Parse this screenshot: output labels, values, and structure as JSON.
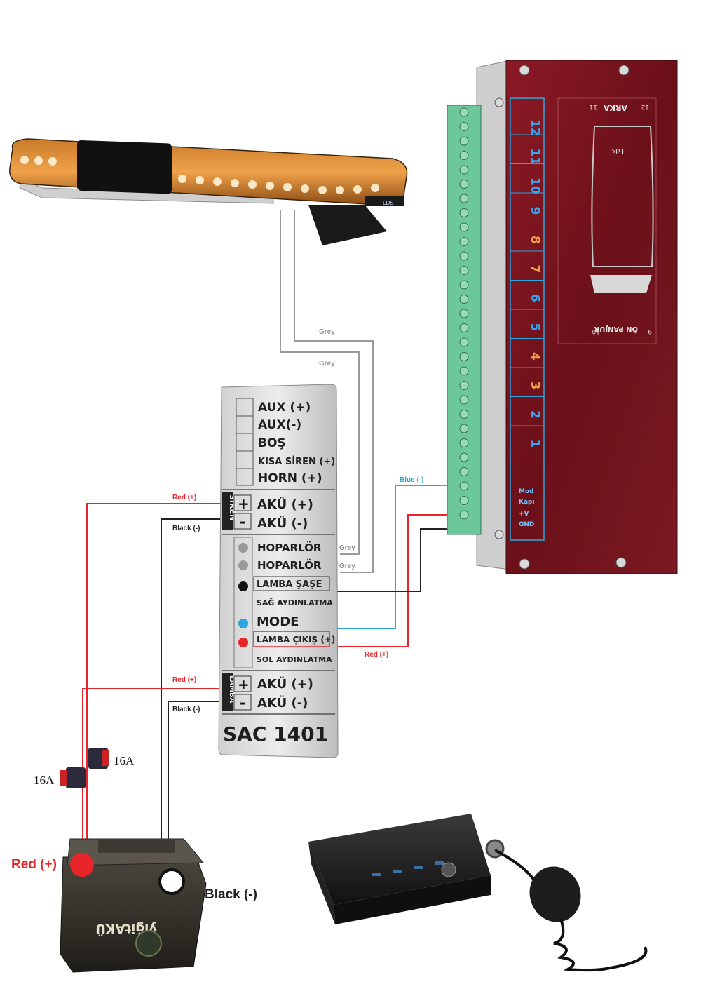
{
  "lightbar": {
    "brand_text": "LDS"
  },
  "wires": {
    "grey_1": "Grey",
    "grey_2": "Grey",
    "blue_minus": "Blue (-)",
    "red_plus_top": "Red (+)",
    "black_minus_top": "Black (-)",
    "red_plus_mid": "Red (+)",
    "black_minus_mid": "Black (-)",
    "red_plus_board": "Red (+)",
    "grey_small_1": "Grey",
    "grey_small_2": "Grey"
  },
  "terminal_panel": {
    "model": "SAC 1401",
    "aux_rows": [
      "AUX (+)",
      "AUX(-)",
      "BOŞ",
      "KISA SİREN (+)",
      "HORN (+)"
    ],
    "siren_group_label": "SİREN",
    "siren_rows": [
      {
        "sign": "+",
        "label": "AKÜ (+)"
      },
      {
        "sign": "-",
        "label": "AKÜ (-)"
      }
    ],
    "middle_rows": [
      "HOPARLÖR",
      "HOPARLÖR",
      "LAMBA ŞAŞE",
      "SAĞ AYDINLATMA",
      "MODE",
      "LAMBA ÇIKIŞ (+)",
      "SOL AYDINLATMA"
    ],
    "lamba_group_label": "LAMBA",
    "lamba_rows": [
      {
        "sign": "+",
        "label": "AKÜ (+)"
      },
      {
        "sign": "-",
        "label": "AKÜ (-)"
      }
    ]
  },
  "fuses": {
    "fuse_1": "16A",
    "fuse_2": "16A"
  },
  "battery": {
    "red_label": "Red (+)",
    "black_label": "Black (-)",
    "brand_text": "yiğitAKÜ"
  },
  "controller_board": {
    "top_label": "ARKA",
    "bottom_label": "ÖN PANJUR",
    "logo": "Lds",
    "channels": [
      "12",
      "11",
      "10",
      "9",
      "8",
      "7",
      "6",
      "5",
      "4",
      "3",
      "2",
      "1"
    ],
    "power_labels": [
      "Mod",
      "Kapı",
      "+V",
      "GND"
    ],
    "corner_numbers": [
      "11",
      "12",
      "10",
      "9"
    ]
  },
  "colors": {
    "red_wire": "#e8252b",
    "black_wire": "#222222",
    "grey_wire": "#9a9a9a",
    "blue_wire": "#2aa7e0",
    "board_red": "#7d1620",
    "terminal_green": "#6cc79a"
  }
}
